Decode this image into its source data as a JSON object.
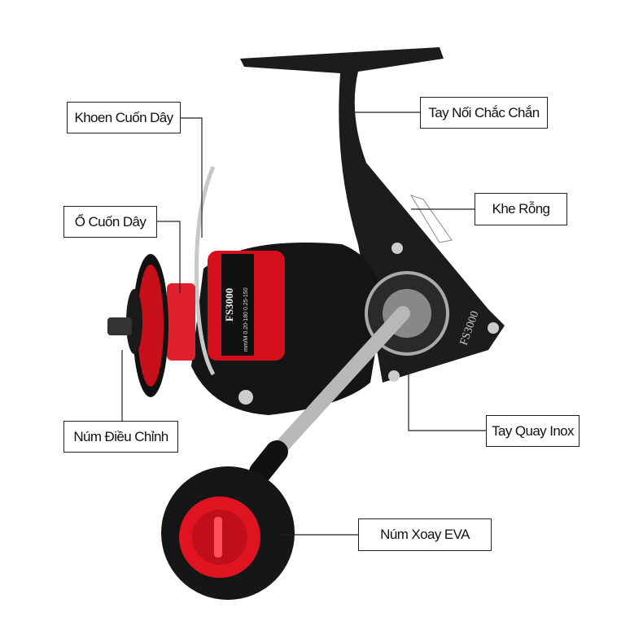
{
  "labels": {
    "line_roller": "Khoen Cuốn Dây",
    "spool": "Ổ Cuốn Dây",
    "drag_knob": "Núm Điều Chỉnh",
    "sturdy_arm": "Tay Nối Chắc Chắn",
    "hollow_slot": "Khe Rỗng",
    "stainless_handle": "Tay Quay Inox",
    "eva_knob": "Núm Xoay EVA"
  },
  "product": {
    "model": "FS3000",
    "spool_spec": "mm/M 0.20-180 0.25-150",
    "colors": {
      "body": "#1a1a1a",
      "accent": "#e0101e",
      "metal": "#b8b8b8"
    }
  }
}
